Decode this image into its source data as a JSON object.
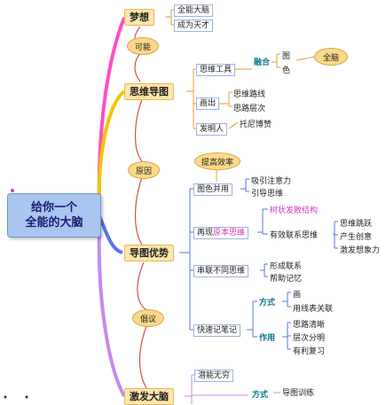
{
  "central": {
    "line1": "给你一个",
    "line2": "全能的大脑"
  },
  "topics": {
    "dream": "梦想",
    "mindmap": "思维导图",
    "advantage": "导图优势",
    "inspire": "激发大脑"
  },
  "links": {
    "possible": "可能",
    "reason": "原因",
    "suggest": "倡议"
  },
  "dream": {
    "items": [
      "全能大脑",
      "成为天才"
    ]
  },
  "mindmap": {
    "tools": "思维工具",
    "fusion": "融合",
    "picture": "图",
    "color": "色",
    "allbrain": "全脑",
    "draw": "画出",
    "draw_items": [
      "思维路线",
      "思路层次"
    ],
    "inventor": "发明人",
    "inventor_name": "托尼博赞"
  },
  "advantage": {
    "efficiency": "提高效率",
    "pic_color": "图色并用",
    "attract": "吸引注意力",
    "guide": "引导思维",
    "reproduce_prefix": "再现",
    "reproduce_pink": "原本思维",
    "tree": "树状发散结构",
    "effective": "有效联系思维",
    "effects": [
      "思维跳跃",
      "产生创意",
      "激发想象力"
    ],
    "serial": "串联不同思维",
    "serial_items": [
      "形成联系",
      "帮助记忆"
    ],
    "notes": "快速记笔记",
    "method": "方式",
    "method_items": [
      "画",
      "用线表关联"
    ],
    "use": "作用",
    "use_items": [
      "思路清晰",
      "层次分明",
      "有利复习"
    ]
  },
  "inspire": {
    "potential": "潜能无穷",
    "method": "方式",
    "training": "导图训练"
  }
}
